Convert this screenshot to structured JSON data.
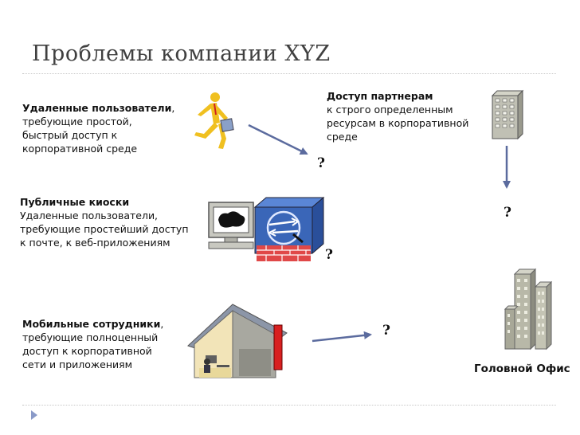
{
  "slide": {
    "title": "Проблемы компании XYZ"
  },
  "groups": {
    "remote": {
      "heading": "Удаленные пользователи",
      "comma": ",",
      "lines": [
        "требующие простой,",
        "быстрый доступ к",
        "корпоративной среде"
      ]
    },
    "kiosks": {
      "heading": "Публичные киоски",
      "lines": [
        "Удаленные пользователи,",
        "требующие  простейший доступ",
        "к почте, к веб-приложениям"
      ]
    },
    "mobile": {
      "heading": "Мобильные сотрудники",
      "comma": ",",
      "lines": [
        "требующие полноценный",
        "доступ к корпоративной",
        "сети и приложениям"
      ]
    },
    "partners": {
      "heading": "Доступ партнерам",
      "lines": [
        "к строго определенным",
        "ресурсам в корпоративной",
        "среде"
      ]
    }
  },
  "marks": {
    "q1": "?",
    "q2": "?",
    "q3": "?",
    "q4": "?"
  },
  "hq": {
    "label": "Головной Офис"
  },
  "colors": {
    "arrow": "#5b6b9e",
    "person": "#f0c020",
    "firewall_blue": "#3a66b8",
    "brick": "#e04848",
    "house_roof": "#8c96a8",
    "building": "#b8b8a8"
  }
}
